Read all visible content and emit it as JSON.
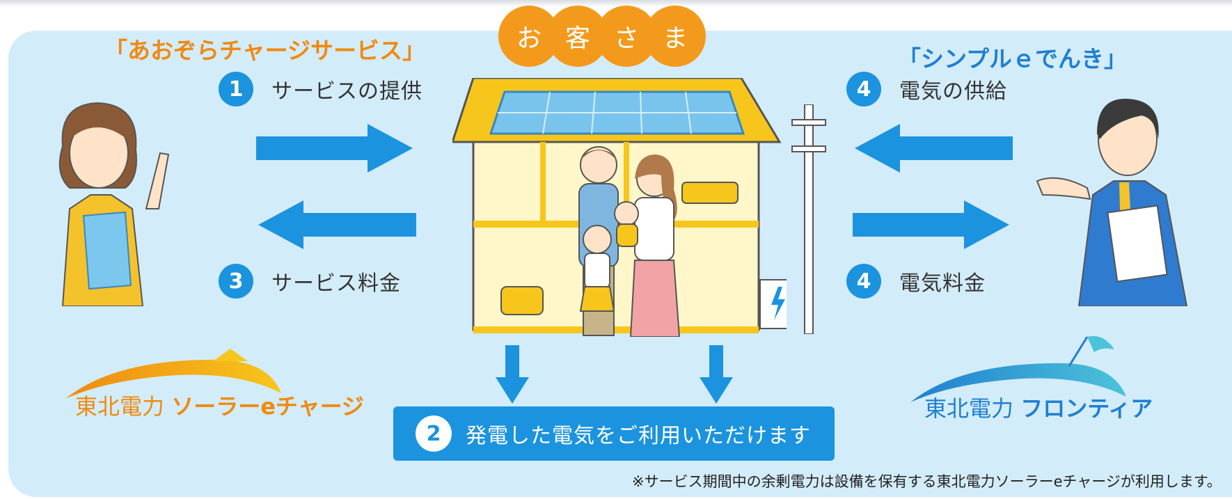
{
  "customer": [
    "お",
    "客",
    "さ",
    "ま"
  ],
  "left_service": {
    "title": "「あおぞらチャージサービス」",
    "steps": [
      {
        "num": "1",
        "label": "サービスの提供"
      },
      {
        "num": "3",
        "label": "サービス料金"
      }
    ],
    "logo": {
      "company": "東北電力",
      "product": "ソーラーeチャージ"
    }
  },
  "right_service": {
    "title": "「シンプルｅでんき」",
    "steps": [
      {
        "num": "4",
        "label": "電気の供給"
      },
      {
        "num": "4",
        "label": "電気料金"
      }
    ],
    "logo": {
      "company": "東北電力",
      "product": "フロンティア"
    }
  },
  "bottom": {
    "num": "2",
    "label": "発電した電気をご利用いただけます"
  },
  "footnote": "※サービス期間中の余剰電力は設備を保有する東北電力ソーラーeチャージが利用します。",
  "colors": {
    "background": "#d3ecf9",
    "arrow_blue": "#1b93de",
    "orange": "#ef8a11",
    "customer_orange": "#f39a1c",
    "house_roof": "#f7c61c",
    "house_wall": "#fff7c9",
    "logo_blue": "#1f7fd0"
  }
}
